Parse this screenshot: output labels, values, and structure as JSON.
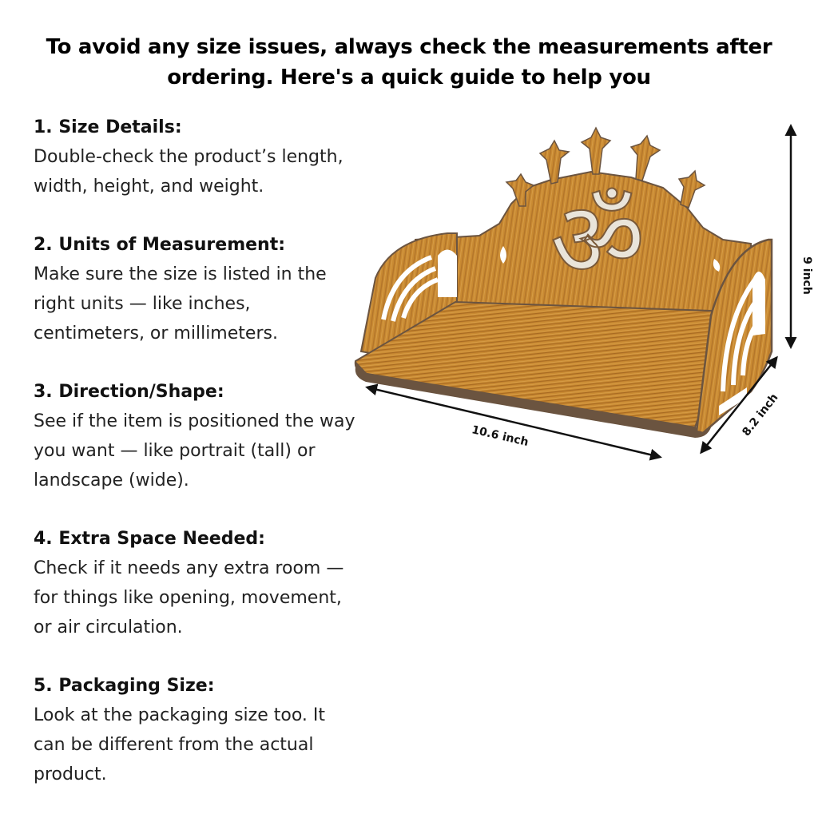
{
  "headline": "To avoid any size issues, always check the measurements after ordering. Here's a quick guide to help you",
  "sections": [
    {
      "title": "1. Size Details:",
      "body": "Double-check the product’s length,\nwidth, height, and weight."
    },
    {
      "title": "2. Units of Measurement:",
      "body": "Make sure the size is listed in the\nright units — like inches,\ncentimeters, or millimeters."
    },
    {
      "title": "3. Direction/Shape:",
      "body": "See if the item is positioned the way\nyou want — like portrait (tall) or\nlandscape (wide)."
    },
    {
      "title": "4. Extra Space Needed:",
      "body": "Check if it needs any extra room —\nfor things like opening, movement,\nor air circulation."
    },
    {
      "title": "5. Packaging Size:",
      "body": "Look at the packaging size too. It\ncan be different from the actual\nproduct."
    }
  ],
  "dimensions": {
    "width": "10.6 inch",
    "depth": "8.2 inch",
    "height": "9 inch"
  },
  "product_image": {
    "symbol": "ॐ",
    "colors": {
      "wood": "#c98a32",
      "wood_dark": "#a86a22",
      "edge": "#6b5440",
      "inlay": "#e9e4da"
    }
  }
}
